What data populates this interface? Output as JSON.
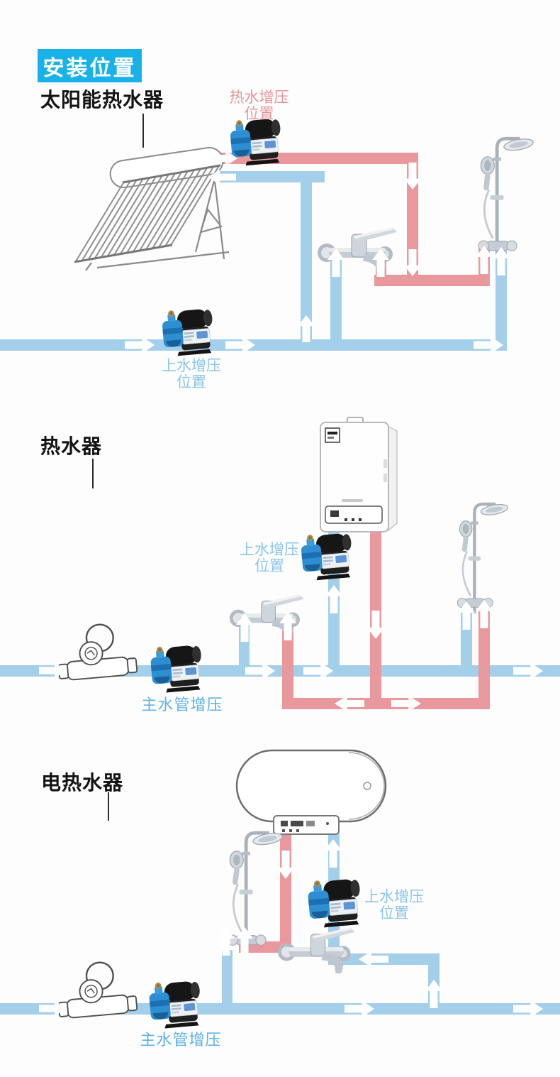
{
  "page": {
    "background": "#fdfdfd",
    "badge": "安装位置"
  },
  "colors": {
    "badge_bg": "#18b2e8",
    "badge_text": "#ffffff",
    "hot_pipe": "#e9989e",
    "cold_pipe": "#a3cfeb",
    "hot_label_text": "#e8949b",
    "cold_label_text": "#8bc5ea",
    "main_label_text": "#5fb2e4",
    "title_text": "#141414",
    "pump_blue": "#2d8ed2",
    "flow_arrow": "#ffffff"
  },
  "sections": [
    {
      "title": "太阳能热水器",
      "hot_boost_label_line1": "热水增压",
      "hot_boost_label_line2": "位置",
      "supply_boost_label_line1": "上水增压",
      "supply_boost_label_line2": "位置"
    },
    {
      "title": "热水器",
      "supply_boost_label_line1": "上水增压",
      "supply_boost_label_line2": "位置",
      "main_boost_label": "主水管增压"
    },
    {
      "title": "电热水器",
      "supply_boost_label_line1": "上水增压",
      "supply_boost_label_line2": "位置",
      "main_boost_label": "主水管增压"
    }
  ],
  "icons": {
    "flow_arrow": "white block arrow showing water flow direction",
    "booster_pump": "blue automatic booster pump with black motor and LCD panel",
    "mixer_faucet": "chrome wall-mounted mixer faucet",
    "shower_set": "chrome shower column with rain head and handheld sprayer",
    "water_meter": "water meter line drawing with seal wire loop",
    "solar_water_heater": "solar water heater with vacuum tubes and rooftop tank",
    "gas_water_heater": "wall-mounted gas water heater",
    "electric_water_heater": "horizontal electric storage water heater"
  }
}
